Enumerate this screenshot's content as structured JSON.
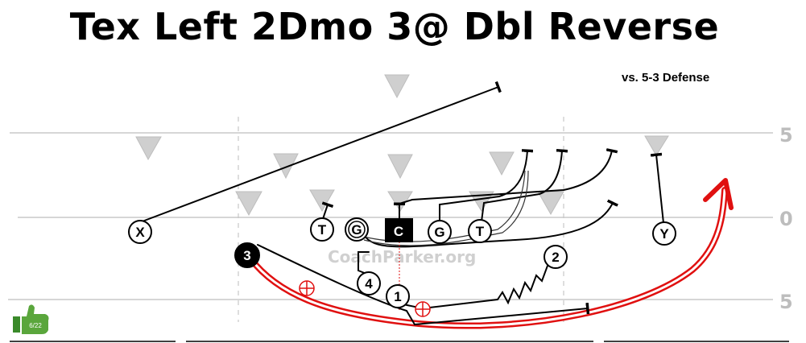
{
  "title": "Tex Left 2Dmo 3@ Dbl Reverse",
  "subtitle": "vs. 5-3 Defense",
  "watermark": "CoachParker.org",
  "yard_markers": [
    "5",
    "0",
    "5"
  ],
  "badge": {
    "text": "6/22",
    "icon": "thumbs-up-icon"
  },
  "colors": {
    "route": "#000000",
    "ball_path": "#e01010",
    "defender": "#cfcfcf",
    "yard_line": "#c8c8c8"
  },
  "offense": {
    "X": "X",
    "LT": "T",
    "LG": "G",
    "C": "C",
    "RG": "G",
    "RT": "T",
    "Y": "Y",
    "back3": "3",
    "back4": "4",
    "back1": "1",
    "back2": "2"
  }
}
